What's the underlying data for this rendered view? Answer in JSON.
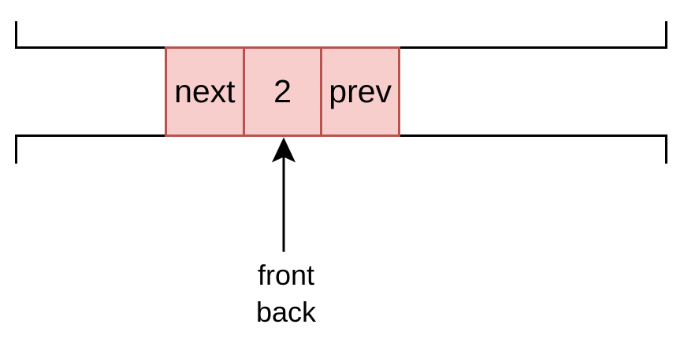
{
  "diagram": {
    "description": "deque-node-diagram",
    "node": {
      "cells": [
        {
          "name": "next",
          "label": "next"
        },
        {
          "name": "value",
          "label": "2"
        },
        {
          "name": "prev",
          "label": "prev"
        }
      ],
      "fill_color": "#F8CECC",
      "stroke_color": "#B85450"
    },
    "pointer_labels": [
      "front",
      "back"
    ],
    "line_color": "#000000"
  }
}
